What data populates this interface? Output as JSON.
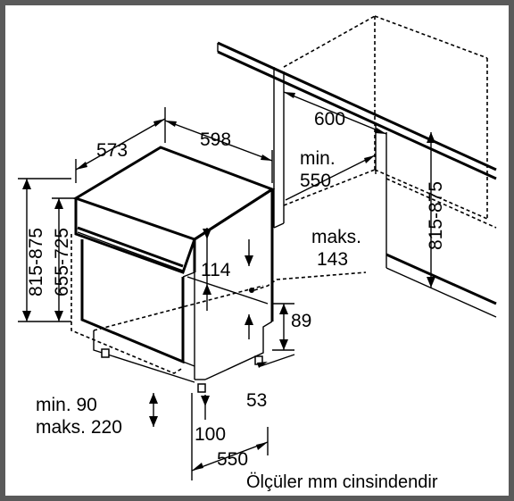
{
  "diagram": {
    "caption": "Ölçüler mm cinsindendir",
    "dimensions": {
      "width_598": "598",
      "depth_573": "573",
      "niche_width_600": "600",
      "niche_depth_min_label": "min.",
      "niche_depth_min_value": "550",
      "niche_height_range": "815-875",
      "appliance_height_range": "815-875",
      "appliance_height_range_2": "655-725",
      "panel_height_114": "114",
      "max_label": "maks.",
      "max_value_143": "143",
      "plinth_89": "89",
      "plinth_53": "53",
      "plinth_100": "100",
      "depth_bottom_550": "550",
      "plinth_min": "min. 90",
      "plinth_max": "maks. 220"
    }
  }
}
